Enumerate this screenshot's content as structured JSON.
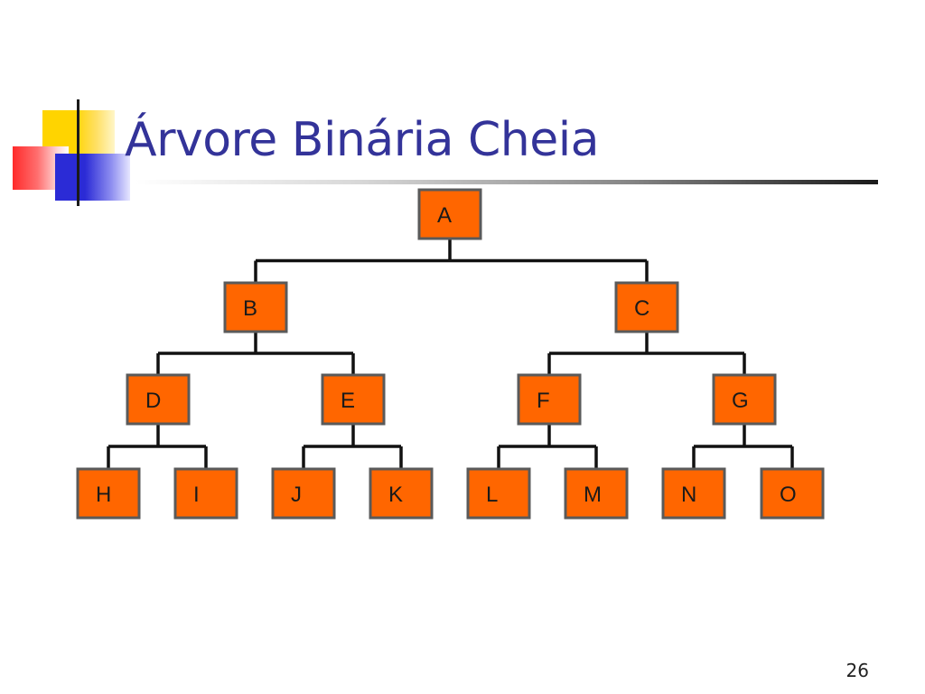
{
  "slide": {
    "title": "Árvore Binária Cheia",
    "page_number": "26",
    "title_color": "#333399",
    "node_color": "#ff6600"
  },
  "tree": {
    "nodes": [
      "A",
      "B",
      "C",
      "D",
      "E",
      "F",
      "G",
      "H",
      "I",
      "J",
      "K",
      "L",
      "M",
      "N",
      "O"
    ],
    "edges": [
      [
        "A",
        "B"
      ],
      [
        "A",
        "C"
      ],
      [
        "B",
        "D"
      ],
      [
        "B",
        "E"
      ],
      [
        "C",
        "F"
      ],
      [
        "C",
        "G"
      ],
      [
        "D",
        "H"
      ],
      [
        "D",
        "I"
      ],
      [
        "E",
        "J"
      ],
      [
        "E",
        "K"
      ],
      [
        "F",
        "L"
      ],
      [
        "F",
        "M"
      ],
      [
        "G",
        "N"
      ],
      [
        "G",
        "O"
      ]
    ]
  }
}
